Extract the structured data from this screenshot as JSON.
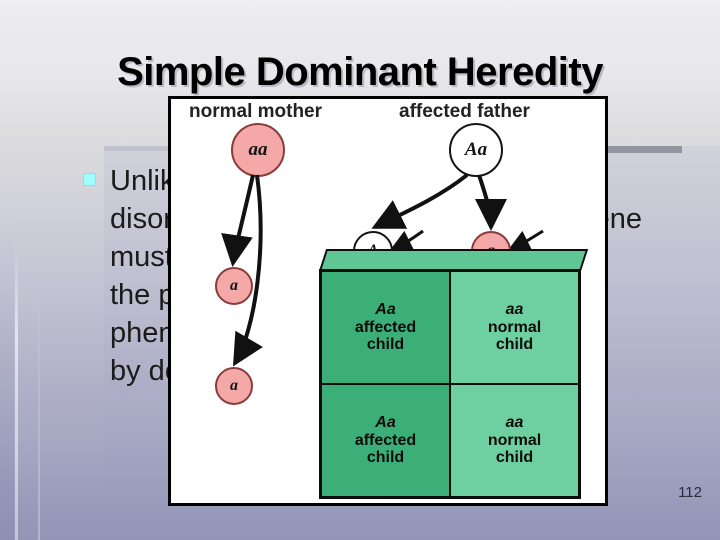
{
  "slide": {
    "title": "Simple Dominant Heredity",
    "page_number": "112",
    "bullet_marker": "square-bullet",
    "body_lines": [
      "Unlike recessive disorders, a dominant",
      "disorder needs only one copy of the gene",
      "must be present in a heterozygote for",
      "the person to express the abnormal",
      "phenotype, so the trait is inherited",
      "by dominant transmission."
    ],
    "accent_colors": {
      "bullet": "#9ffdfd",
      "title_text": "#000000",
      "rule": "#93939f",
      "background_top": "#eeeef1",
      "background_bottom": "#9495b6"
    }
  },
  "diagram": {
    "name": "punnett-square-dominant-inheritance",
    "parents": [
      {
        "label": "normal mother",
        "genotype": "aa",
        "fill": "pink"
      },
      {
        "label": "affected father",
        "genotype": "Aa",
        "fill": "white"
      }
    ],
    "gametes": [
      {
        "allele": "a",
        "fill": "pink",
        "side": "mother"
      },
      {
        "allele": "a",
        "fill": "pink",
        "side": "mother"
      },
      {
        "allele": "A",
        "fill": "white",
        "side": "father"
      },
      {
        "allele": "a",
        "fill": "pink",
        "side": "father"
      }
    ],
    "punnett_cells": [
      {
        "genotype": "Aa",
        "desc_line1": "affected",
        "desc_line2": "child",
        "shade": "dark"
      },
      {
        "genotype": "aa",
        "desc_line1": "normal",
        "desc_line2": "child",
        "shade": "light"
      },
      {
        "genotype": "Aa",
        "desc_line1": "affected",
        "desc_line2": "child",
        "shade": "dark"
      },
      {
        "genotype": "aa",
        "desc_line1": "normal",
        "desc_line2": "child",
        "shade": "light"
      }
    ],
    "cell_colors": {
      "dark": "#3cae78",
      "light": "#6ecfa0"
    }
  }
}
